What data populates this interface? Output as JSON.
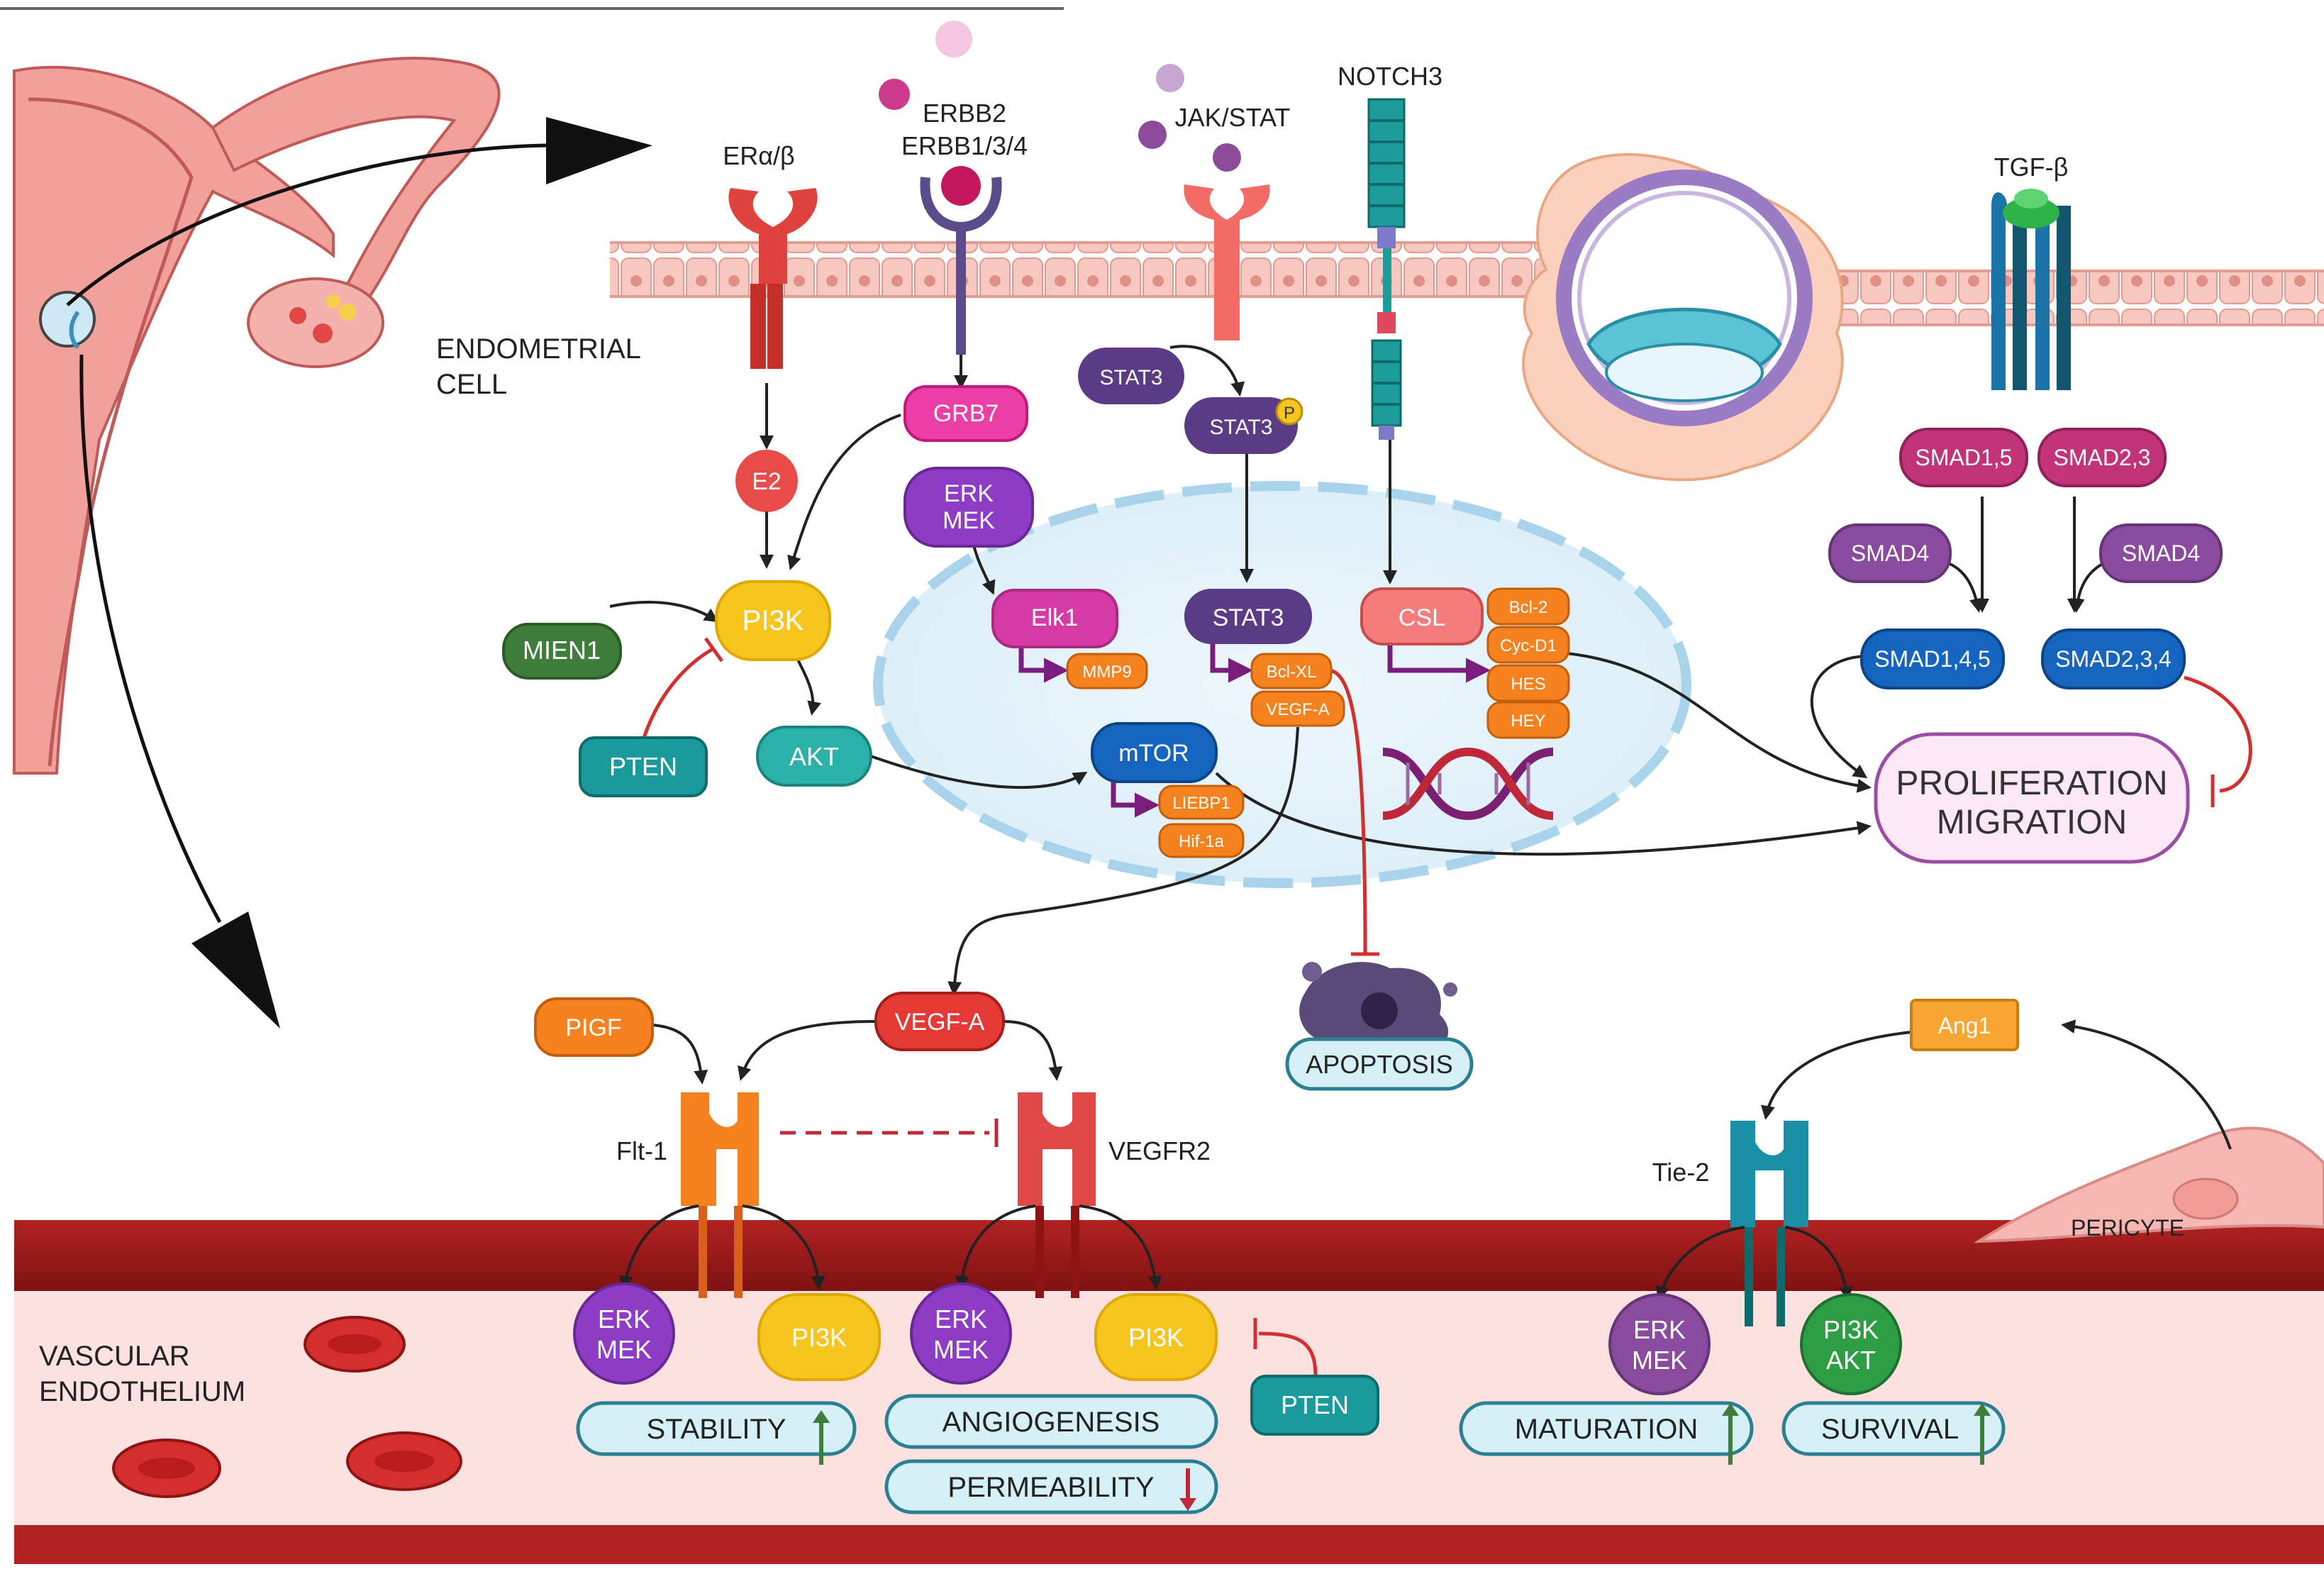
{
  "labels": {
    "endometrial_cell": [
      "ENDOMETRIAL",
      "CELL"
    ],
    "vascular_endothelium": [
      "VASCULAR",
      "ENDOTHELIUM"
    ],
    "er": "ERα/β",
    "erbb": [
      "ERBB2",
      "ERBB1/3/4"
    ],
    "jakstat": "JAK/STAT",
    "notch3": "NOTCH3",
    "tgfb": "TGF-β",
    "flt1": "Flt-1",
    "vegfr2": "VEGFR2",
    "tie2": "Tie-2",
    "pericyte": "PERICYTE",
    "p": "P"
  },
  "nodes": {
    "e2": "E2",
    "pi3k": "PI3K",
    "mien1": "MIEN1",
    "pten": "PTEN",
    "akt": "AKT",
    "grb7": "GRB7",
    "erk_mek": [
      "ERK",
      "MEK"
    ],
    "elk1": "Elk1",
    "mmp9": "MMP9",
    "stat3_top": "STAT3",
    "stat3_p": "STAT3",
    "stat3_nuc": "STAT3",
    "bclxl": "Bcl-XL",
    "vegfa_small": "VEGF-A",
    "csl": "CSL",
    "bcl2": "Bcl-2",
    "cycd1": "Cyc-D1",
    "hes": "HES",
    "hey": "HEY",
    "mtor": "mTOR",
    "liebp1": "LIEBP1",
    "hif1a": "Hif-1a",
    "smad15": "SMAD1,5",
    "smad23": "SMAD2,3",
    "smad4_left": "SMAD4",
    "smad4_right": "SMAD4",
    "smad145": "SMAD1,4,5",
    "smad234": "SMAD2,3,4",
    "prolif": [
      "PROLIFERATION",
      "MIGRATION"
    ],
    "apoptosis": "APOPTOSIS",
    "vegfa": "VEGF-A",
    "pigf": "PIGF",
    "ang1": "Ang1",
    "pi3k_akt": [
      "PI3K",
      "AKT"
    ],
    "pten_bottom": "PTEN"
  },
  "outcomes": {
    "stability": "STABILITY",
    "angiogenesis": "ANGIOGENESIS",
    "permeability": "PERMEABILITY",
    "maturation": "MATURATION",
    "survival": "SURVIVAL"
  },
  "colors": {
    "pink_node": "#ec3fa6",
    "purple_node": "#8e3bc6",
    "violet_node": "#5b3b86",
    "orange_node": "#f5821f",
    "yellow_node": "#f7c520",
    "teal_node": "#1a9a9a",
    "green_node": "#3e7d3a",
    "blue_node": "#1565c0",
    "red_node": "#e53935",
    "salmon_node": "#f47c7c",
    "magenta_node": "#c2347a",
    "outcome_fill": "#d5f0f6",
    "outcome_stroke": "#2a7f93",
    "vessel": "#9c1b1b",
    "lumen": "#fde0e0"
  }
}
